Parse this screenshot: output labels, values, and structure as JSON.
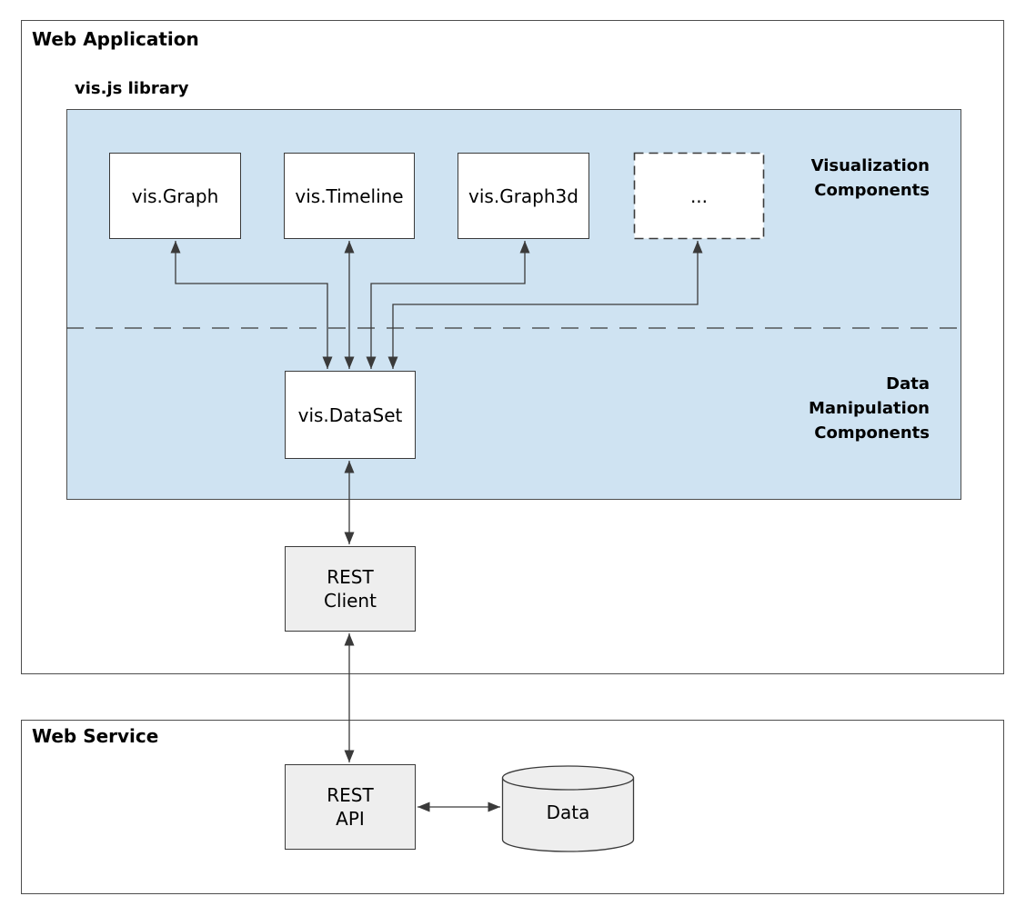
{
  "colors": {
    "panel": "#cfe3f2",
    "gray": "#eeeeee",
    "line": "#3a3a3a",
    "frame": "#4d4d4d"
  },
  "web_application": {
    "title": "Web Application",
    "visjs_library": {
      "title": "vis.js library",
      "visualization_label": "Visualization\nComponents",
      "data_manipulation_label": "Data\nManipulation\nComponents",
      "components": [
        {
          "label": "vis.Graph"
        },
        {
          "label": "vis.Timeline"
        },
        {
          "label": "vis.Graph3d"
        },
        {
          "label": "..."
        }
      ],
      "dataset": {
        "label": "vis.DataSet"
      }
    },
    "rest_client": {
      "label": "REST\nClient"
    }
  },
  "web_service": {
    "title": "Web Service",
    "rest_api": {
      "label": "REST\nAPI"
    },
    "database": {
      "label": "Data"
    }
  }
}
